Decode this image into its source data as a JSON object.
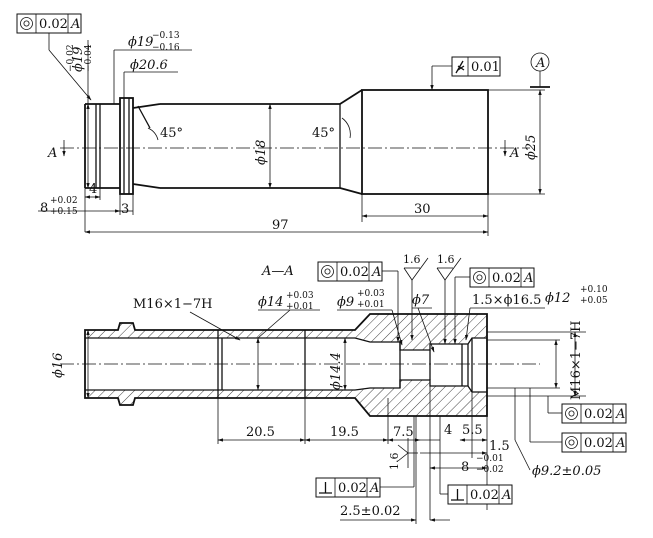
{
  "top_view": {
    "tol_frame_topleft": {
      "value": "0.02",
      "datum": "A"
    },
    "dim_phi19_label": "ϕ19",
    "dim_phi19_upper": "−0.02",
    "dim_phi19_lower": "−0.04",
    "dim_phi19b_label": "ϕ19",
    "dim_phi19b_upper": "−0.13",
    "dim_phi19b_lower": "−0.16",
    "dim_phi20_6": "ϕ20.6",
    "angle_left": "45°",
    "angle_right": "45°",
    "dim_phi18": "ϕ18",
    "dim_phi25": "ϕ25",
    "section_left": "A",
    "section_right": "A",
    "runout_value": "0.01",
    "datum_bubble": "A",
    "dim_4": "4",
    "dim_8_label": "8",
    "dim_8_upper": "+0.02",
    "dim_8_lower": "+0.15",
    "dim_3": "3",
    "dim_30": "30",
    "dim_97": "97"
  },
  "section_view": {
    "title": "A—A",
    "thread_left": "M16×1−7H",
    "dim_phi16": "ϕ16",
    "dim_phi14_label": "ϕ14",
    "dim_phi14_upper": "+0.03",
    "dim_phi14_lower": "+0.01",
    "dim_phi14_4": "ϕ14.4",
    "dim_phi9_label": "ϕ9",
    "dim_phi9_upper": "+0.03",
    "dim_phi9_lower": "+0.01",
    "dim_phi7": "ϕ7",
    "dim_15phi165": "1.5×ϕ16.5",
    "dim_phi12_label": "ϕ12",
    "dim_phi12_upper": "+0.10",
    "dim_phi12_lower": "+0.05",
    "thread_right": "M16×1−7H",
    "rough_1": "1.6",
    "rough_2": "1.6",
    "rough_3": "1.6",
    "tol_conc_mid": {
      "value": "0.02",
      "datum": "A"
    },
    "tol_conc_right": {
      "value": "0.02",
      "datum": "A"
    },
    "tol_conc_r1": {
      "value": "0.02",
      "datum": "A"
    },
    "tol_conc_r2": {
      "value": "0.02",
      "datum": "A"
    },
    "tol_perp_left": {
      "value": "0.02",
      "datum": "A"
    },
    "tol_perp_right": {
      "value": "0.02",
      "datum": "A"
    },
    "dim_20_5": "20.5",
    "dim_19_5": "19.5",
    "dim_7_5": "7.5",
    "dim_4": "4",
    "dim_5_5": "5.5",
    "dim_1_5": "1.5",
    "dim_8_label": "8",
    "dim_8_upper": "−0.01",
    "dim_8_lower": "−0.02",
    "dim_phi9_2": "ϕ9.2±0.05",
    "dim_2_5": "2.5±0.02"
  }
}
